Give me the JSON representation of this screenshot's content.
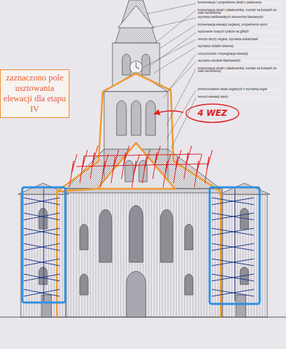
{
  "diagram": {
    "nodes": [
      {
        "text": [
          "zaznaczono pole usztowania elewacji dla etapu IV"
        ]
      },
      {
        "text": [
          "4 WEZ"
        ]
      }
    ],
    "labels": [
      "konserwacja i uzupełnienie detali z piaskowca",
      "konserwacja detali z płaskownika, montaż na kotwach ze stali nierdzewnej",
      "wymiana zardzewiałych elementów blaszanych",
      "konserwacja elewacji ceglanej, uzupełnienie spoin",
      "wykonanie nowych tynków na glifach",
      "remont tarczy zegara, wymiana wskazówek",
      "wymiana stolarki okiennej",
      "oczyszczenie i impregnacja elewacji",
      "wymiana obróbek blacharskich",
      "konserwacja detali z płaskownika, montaż na kotwach ze stali nierdzewnej",
      "przemurowanie detali ceglanych z wymianą cegieł",
      "remont elewacji wieży"
    ]
  }
}
